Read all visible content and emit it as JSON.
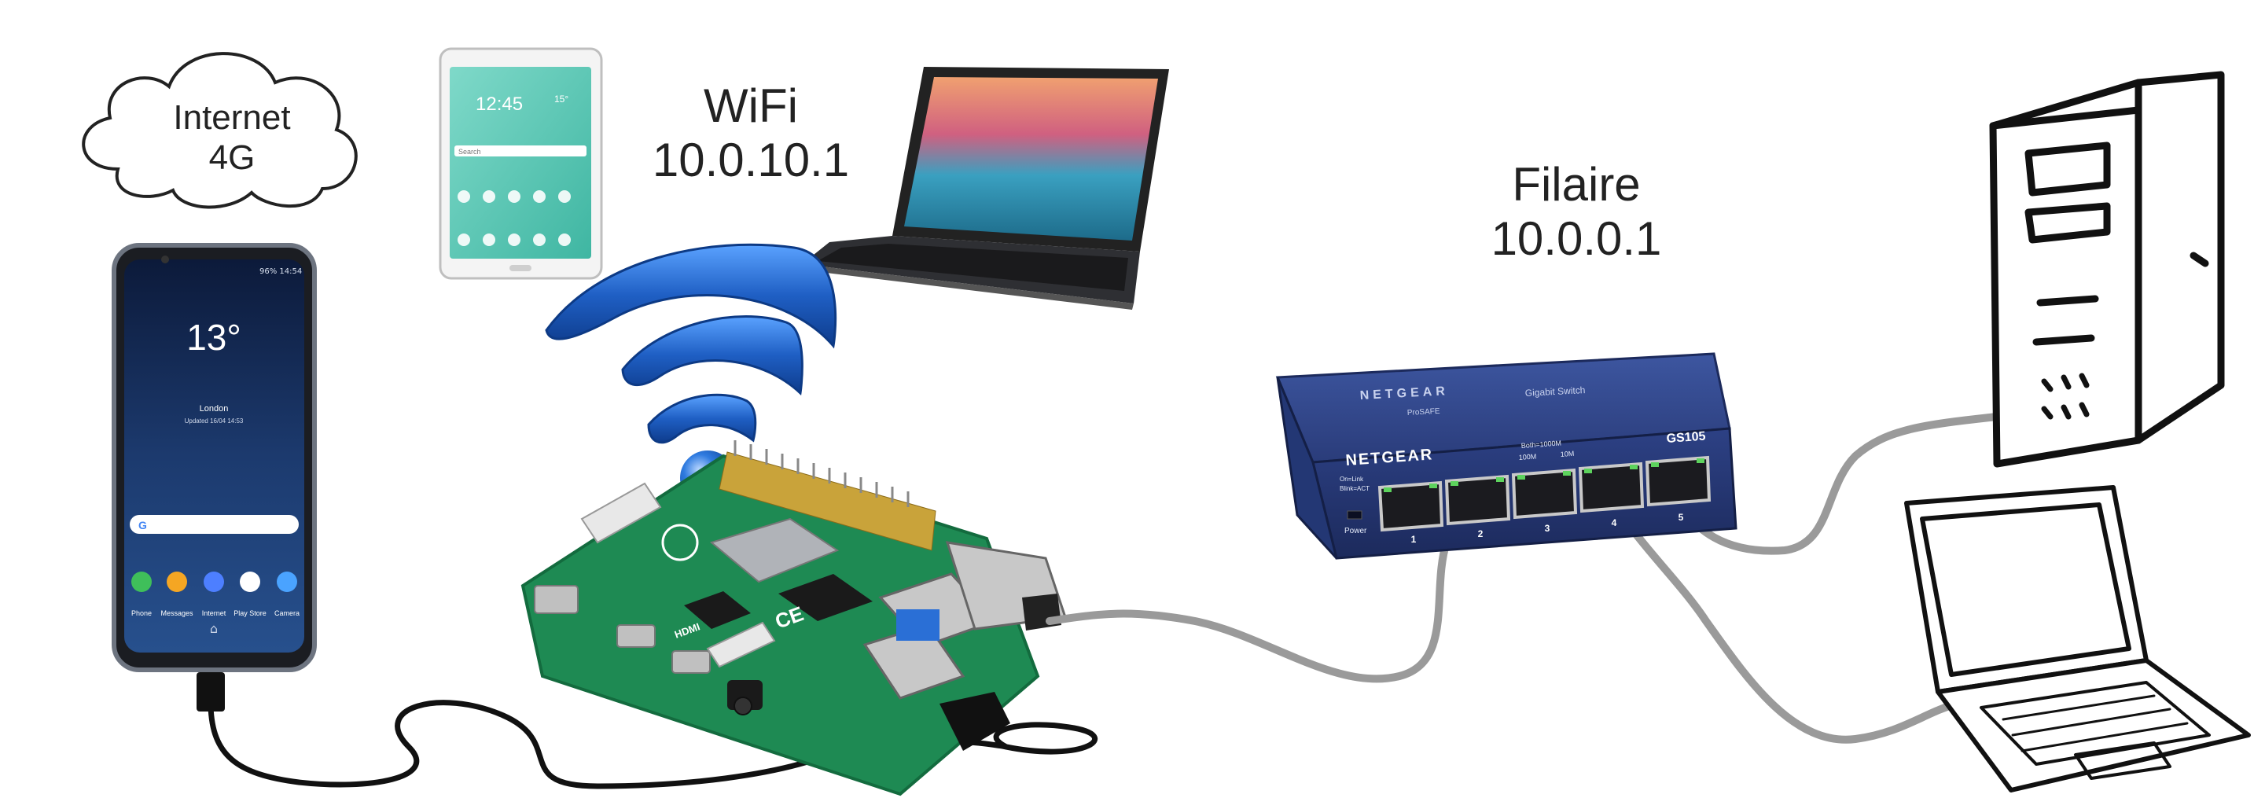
{
  "cloud": {
    "line1": "Internet",
    "line2": "4G"
  },
  "wifi": {
    "title": "WiFi",
    "address": "10.0.10.1"
  },
  "wired": {
    "title": "Filaire",
    "address": "10.0.0.1"
  },
  "phone": {
    "status": "96% 14:54",
    "time": "13°",
    "city": "London",
    "updated": "Updated 16/04 14:53",
    "search_hint": "G",
    "apps": [
      "Phone",
      "Messages",
      "Internet",
      "Play Store",
      "Camera"
    ]
  },
  "tablet": {
    "clock": "12:45",
    "temp": "15°",
    "search": "Search"
  },
  "switch": {
    "brand": "NETGEAR",
    "brand_top": "NETGEAR",
    "brand_top_sub": "ProSAFE",
    "product_line": "Gigabit Switch",
    "model": "GS105",
    "led_legend_both": "Both=1000M",
    "led_legend_100": "100M",
    "led_legend_10": "10M",
    "led_left_1": "On=Link",
    "led_left_2": "Blink=ACT",
    "power": "Power",
    "ports": [
      "1",
      "2",
      "3",
      "4",
      "5"
    ]
  },
  "pi": {
    "hdmi_label": "HDMI",
    "ce_mark": "CE"
  },
  "colors": {
    "cable_gray": "#9a9a9a",
    "cable_black": "#111111",
    "wifi_blue": "#1f5fc4",
    "switch_blue": "#2c3f7e",
    "pcb_green": "#1f8f55"
  }
}
